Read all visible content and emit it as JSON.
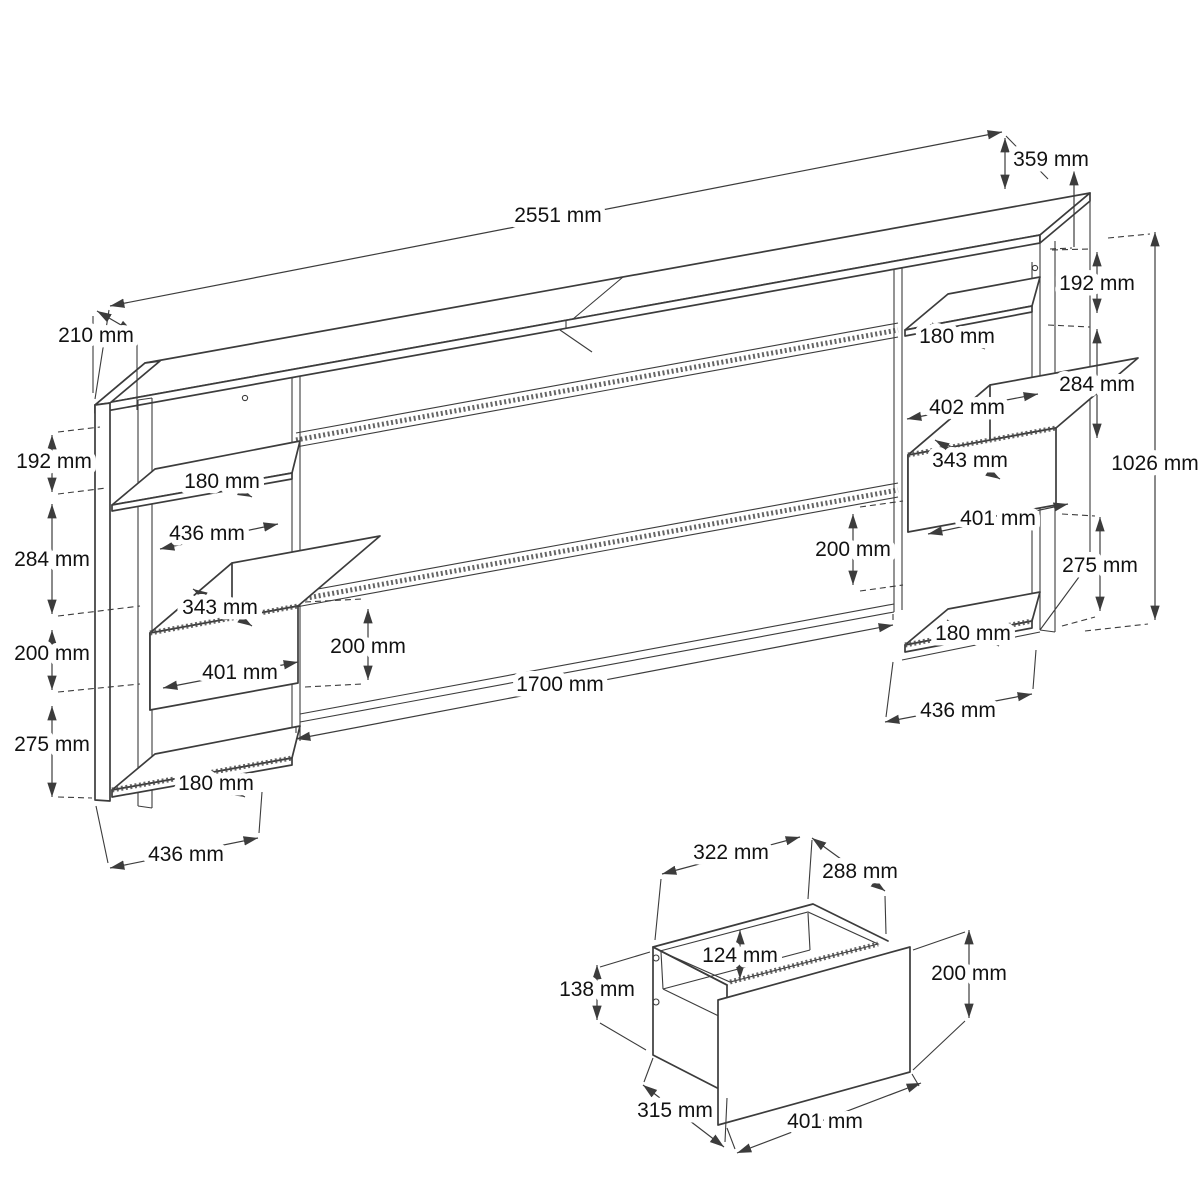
{
  "drawing": {
    "type": "isometric-furniture-dimension-diagram",
    "subject": "headboard wall unit with shelf towers and drawers, plus drawer detail view",
    "unit": "mm",
    "background_color": "#ffffff",
    "line_color": "#3c3c3c",
    "text_color": "#121212"
  },
  "dims": {
    "overall_width": "2551 mm",
    "top_left_depth": "210 mm",
    "top_right_depth": "359 mm",
    "left_seg_192": "192 mm",
    "left_seg_284": "284 mm",
    "left_seg_200": "200 mm",
    "left_seg_275": "275 mm",
    "left_shelf_depth_top": "180 mm",
    "left_inner_width": "436 mm",
    "left_drawer_depth": "343 mm",
    "left_drawer_width": "401 mm",
    "left_drawer_height": "200 mm",
    "left_shelf_depth_bottom": "180 mm",
    "left_bottom_width": "436 mm",
    "center_span": "1700 mm",
    "right_seg_192": "192 mm",
    "right_seg_284": "284 mm",
    "right_shelf_depth_top": "180 mm",
    "right_inner_width": "402 mm",
    "right_drawer_depth": "343 mm",
    "right_drawer_width": "401 mm",
    "right_drawer_height": "200 mm",
    "right_seg_275": "275 mm",
    "right_shelf_depth_bottom": "180 mm",
    "right_bottom_width": "436 mm",
    "overall_height": "1026 mm"
  },
  "detail_dims": {
    "inner_width": "322 mm",
    "inner_depth": "288 mm",
    "inner_height": "124 mm",
    "side_height": "138 mm",
    "front_height": "200 mm",
    "bottom_depth": "315 mm",
    "front_width": "401 mm"
  }
}
